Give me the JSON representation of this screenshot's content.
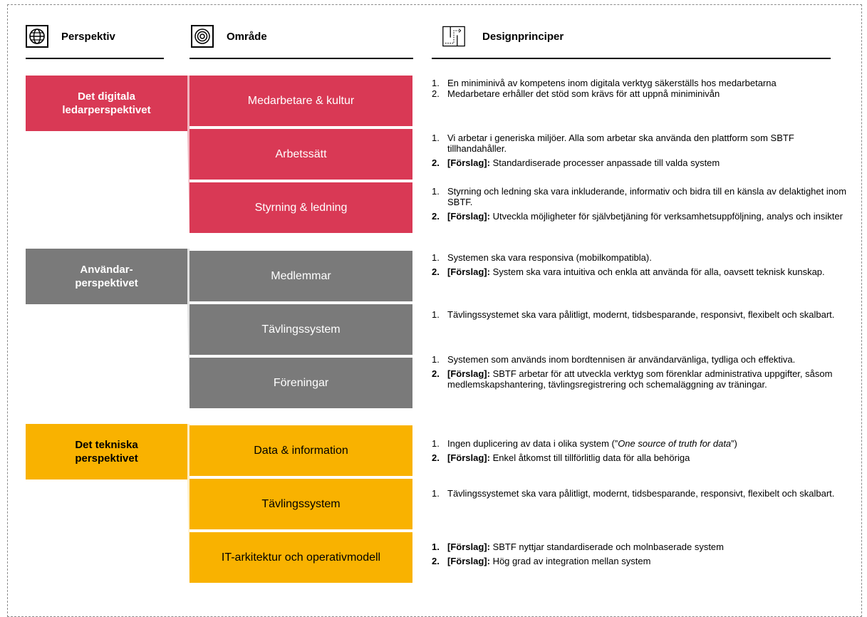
{
  "headers": {
    "perspective": "Perspektiv",
    "area": "Område",
    "principles": "Designprinciper"
  },
  "icons": {
    "perspective": "globe-icon",
    "area": "target-icon",
    "principles": "flow-path-icon"
  },
  "colors": {
    "digital": "#d93955",
    "user": "#7a7a7a",
    "tech": "#f9b200"
  },
  "perspectives": [
    {
      "title_line1": "Det digitala",
      "title_line2": "ledarperspektivet"
    },
    {
      "title_line1": "Användar-",
      "title_line2": "perspektivet"
    },
    {
      "title_line1": "Det tekniska",
      "title_line2": "perspektivet"
    }
  ],
  "areas": [
    "Medarbetare & kultur",
    "Arbetssätt",
    "Styrning & ledning",
    "Medlemmar",
    "Tävlingssystem",
    "Föreningar",
    "Data & information",
    "Tävlingssystem",
    "IT-arkitektur och operativmodell"
  ],
  "principles": [
    [
      {
        "num": "1.",
        "text": "En miniminivå av kompetens inom digitala verktyg säkerställs hos medarbetarna"
      },
      {
        "num": "2.",
        "text": "Medarbetare erhåller det stöd som krävs för att uppnå miniminivån"
      }
    ],
    [
      {
        "num": "1.",
        "text": "Vi arbetar i generiska miljöer. Alla som arbetar ska använda den plattform som SBTF tillhandahåller."
      },
      {
        "num": "2.",
        "tag": "[Förslag]:",
        "text": " Standardiserade processer anpassade till valda system"
      }
    ],
    [
      {
        "num": "1.",
        "text": "Styrning och ledning ska vara inkluderande, informativ och bidra till en känsla av delaktighet inom SBTF."
      },
      {
        "num": "2.",
        "tag": "[Förslag]:",
        "text": " Utveckla möjligheter för självbetjäning för verksamhetsuppföljning, analys och insikter"
      }
    ],
    [
      {
        "num": "1.",
        "text": "Systemen ska vara responsiva (mobilkompatibla)."
      },
      {
        "num": "2.",
        "tag": "[Förslag]:",
        "text": " System ska vara intuitiva och enkla att använda för alla, oavsett teknisk kunskap."
      }
    ],
    [
      {
        "num": "1.",
        "text": "Tävlingssystemet ska vara pålitligt, modernt, tidsbesparande, responsivt, flexibelt och skalbart."
      }
    ],
    [
      {
        "num": "1.",
        "text": "Systemen som används inom bordtennisen är användarvänliga, tydliga och effektiva."
      },
      {
        "num": "2.",
        "tag": "[Förslag]:",
        "text": " SBTF arbetar för att utveckla verktyg som förenklar administrativa uppgifter, såsom medlemskapshantering, tävlingsregistrering och schemaläggning av träningar."
      }
    ],
    [
      {
        "num": "1.",
        "text_before": "Ingen duplicering av data i olika system (”",
        "italic": "One source of truth for data",
        "text_after": "”)"
      },
      {
        "num": "2.",
        "tag": "[Förslag]:",
        "text": " Enkel åtkomst till tillförlitlig data för alla behöriga"
      }
    ],
    [
      {
        "num": "1.",
        "text": "Tävlingssystemet ska vara pålitligt, modernt, tidsbesparande, responsivt, flexibelt och skalbart."
      }
    ],
    [
      {
        "num": "1.",
        "tag": "[Förslag]:",
        "text": " SBTF nyttjar standardiserade och molnbaserade system"
      },
      {
        "num": "2.",
        "tag": "[Förslag]:",
        "text": " Hög grad av integration mellan system"
      }
    ]
  ]
}
